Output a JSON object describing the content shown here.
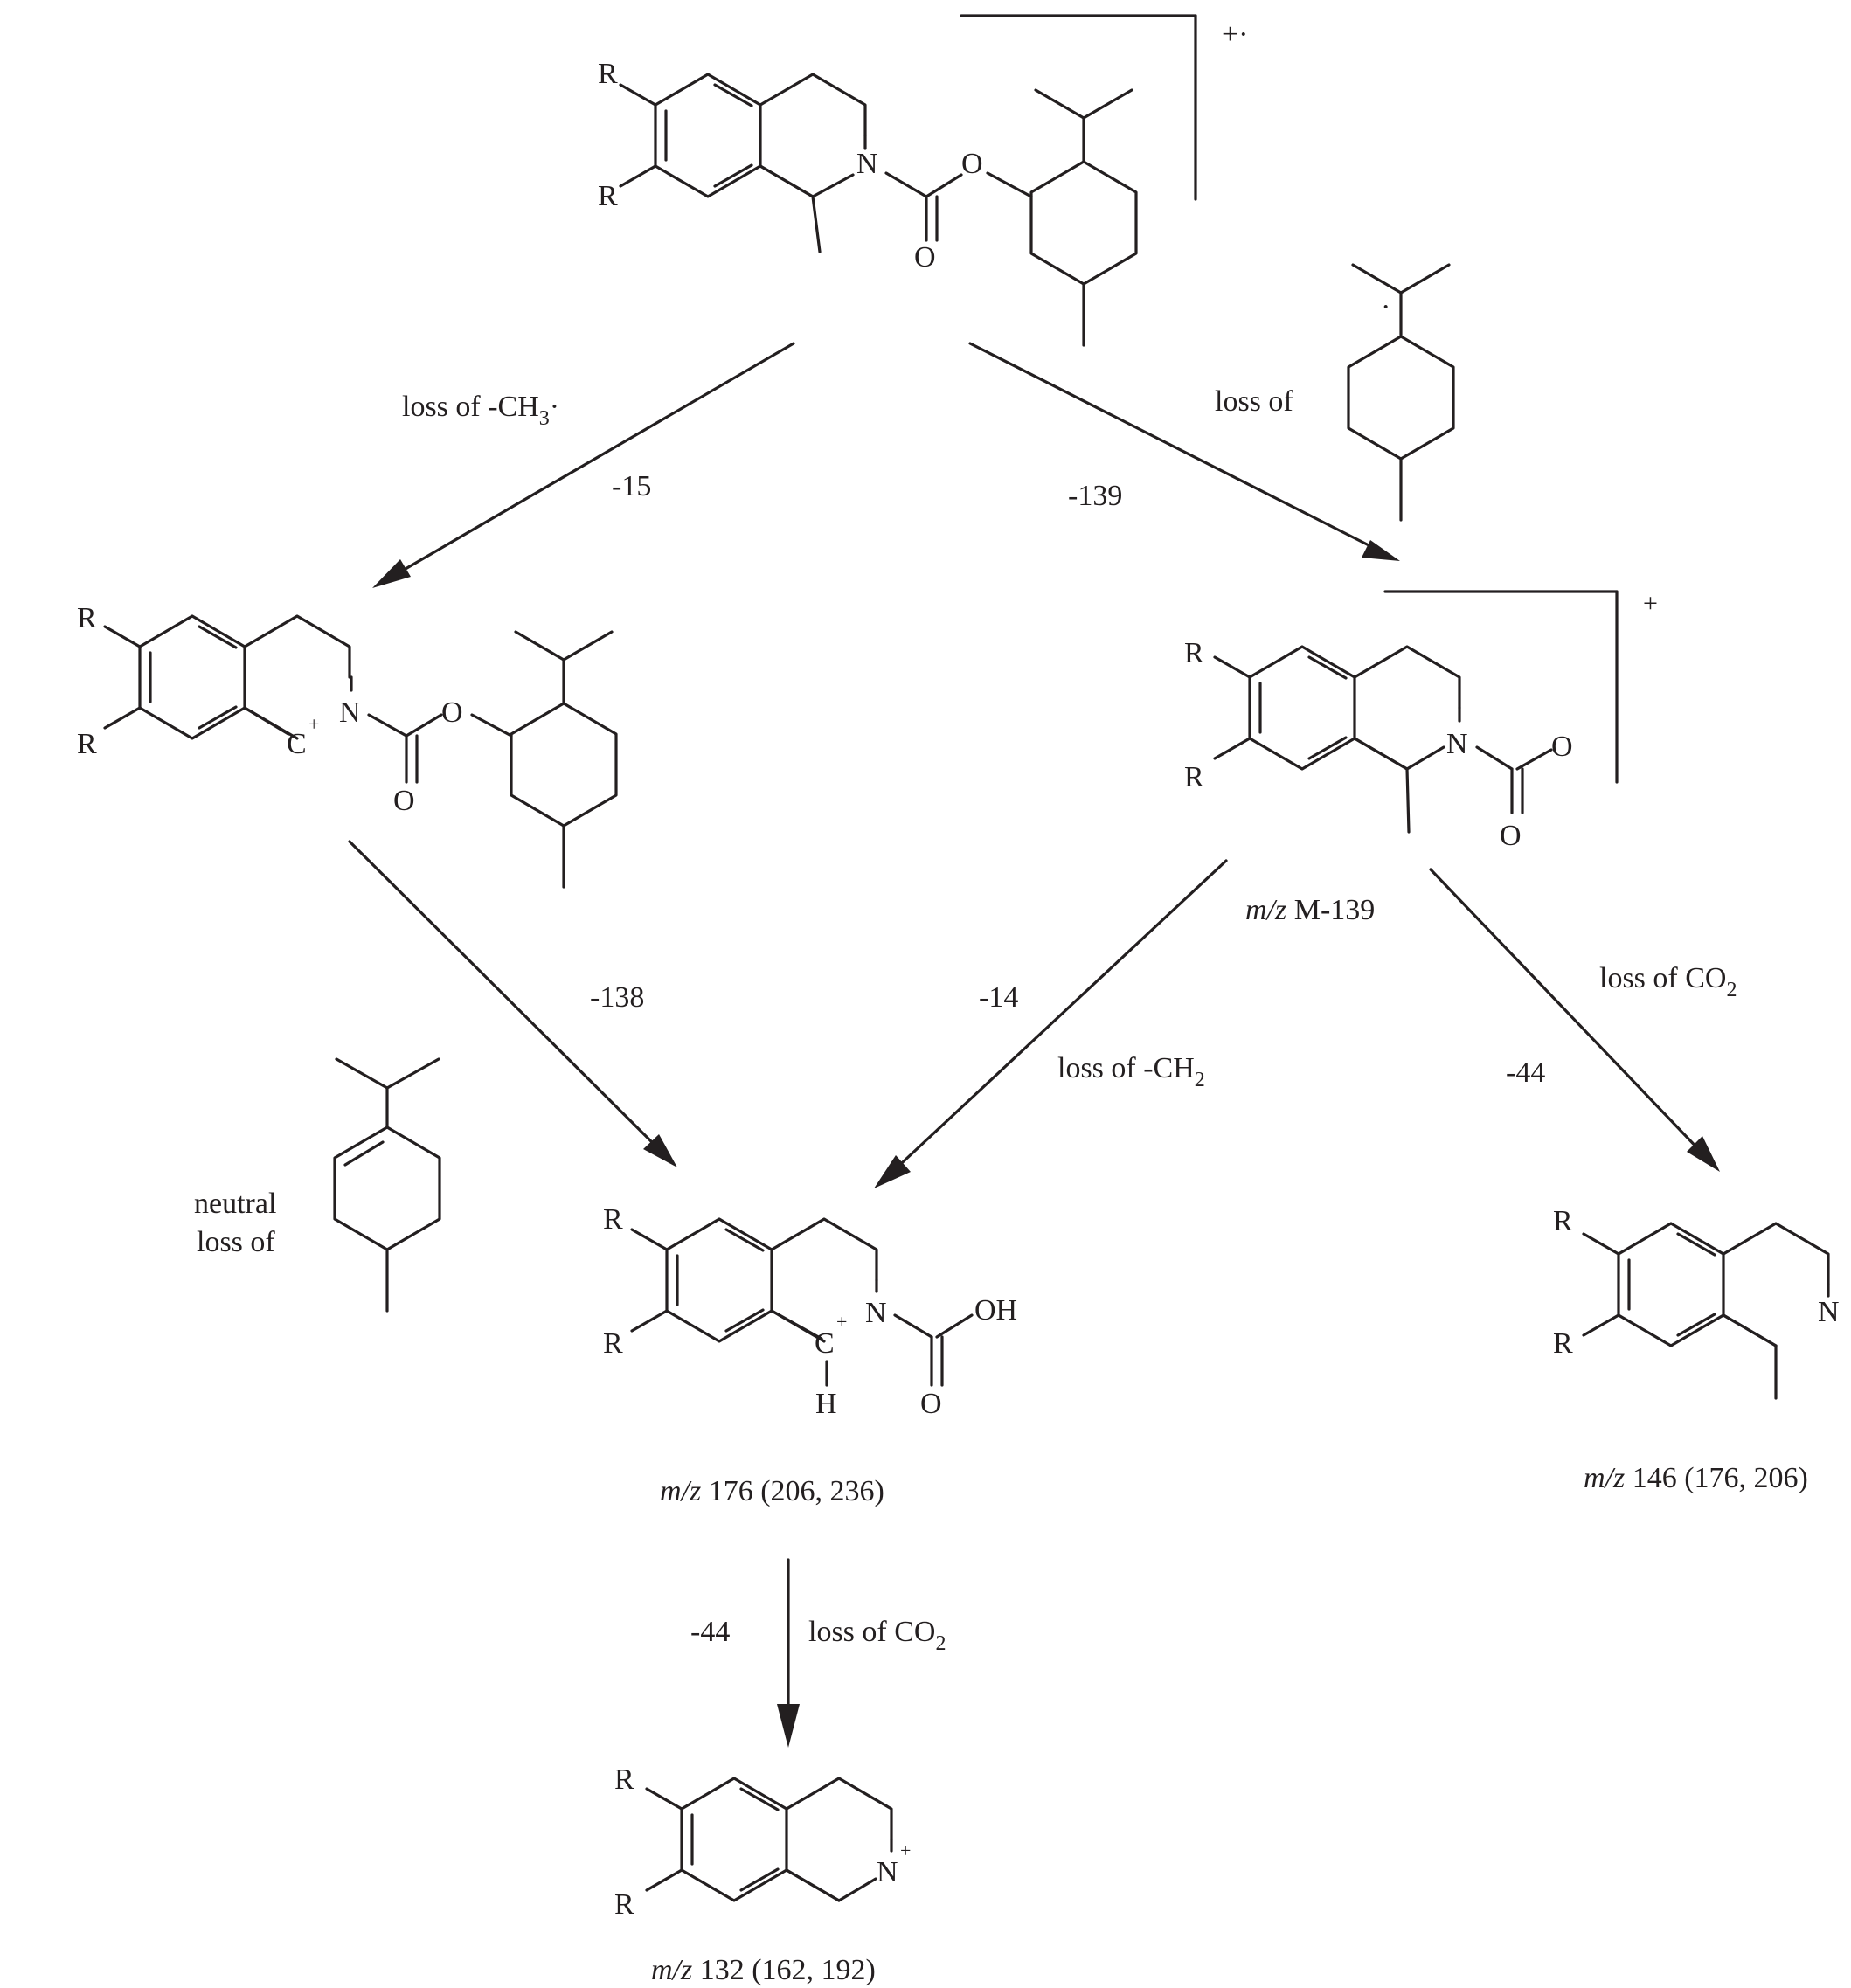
{
  "labels": {
    "R": "R",
    "N": "N",
    "O": "O",
    "OH": "OH",
    "C": "C",
    "H": "H",
    "plus": "+",
    "radical_cation": "+·",
    "dot": "·"
  },
  "steps": {
    "loss_ch3": {
      "prefix": "loss of -CH",
      "sub": "3",
      "suffix": "·",
      "delta": "-15"
    },
    "loss_menthyl_radical": {
      "text": "loss of",
      "delta": "-139"
    },
    "loss_menthene": {
      "delta": "-138",
      "line1": "neutral",
      "line2": "loss of"
    },
    "loss_ch2": {
      "prefix": "loss of -CH",
      "sub": "2",
      "delta": "-14"
    },
    "loss_co2_right": {
      "prefix": "loss of CO",
      "sub": "2",
      "delta": "-44"
    },
    "loss_co2_bottom": {
      "prefix": "loss of CO",
      "sub": "2",
      "delta": "-44"
    }
  },
  "products": {
    "m_minus_139": {
      "mz": "m/z",
      "value": "M-139"
    },
    "mz_176": {
      "mz": "m/z",
      "value": "176 (206, 236)"
    },
    "mz_146": {
      "mz": "m/z",
      "value": "146 (176, 206)"
    },
    "mz_132": {
      "mz": "m/z",
      "value": "132 (162, 192)"
    }
  }
}
